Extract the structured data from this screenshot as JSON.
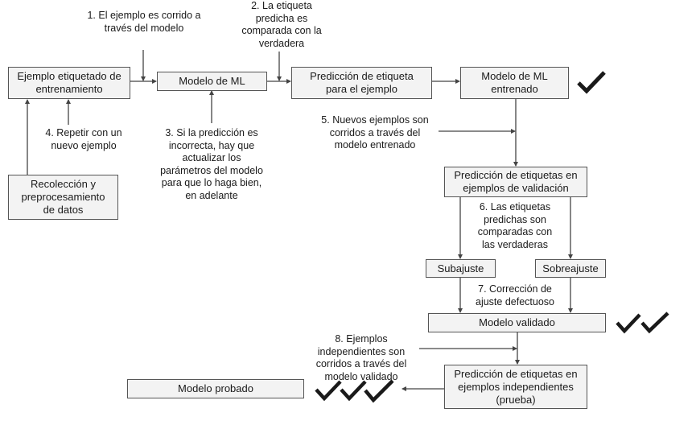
{
  "diagram": {
    "nodes": {
      "training_example": "Ejemplo etiquetado de entrenamiento",
      "ml_model": "Modelo de ML",
      "label_prediction": "Predicción de etiqueta para el ejemplo",
      "trained_model": "Modelo de ML entrenado",
      "data_collection": "Recolección y preprocesamiento de datos",
      "validation_prediction": "Predicción de etiquetas en ejemplos de validación",
      "underfitting": "Subajuste",
      "overfitting": "Sobreajuste",
      "validated_model": "Modelo validado",
      "test_prediction": "Predicción de etiquetas en ejemplos independientes (prueba)",
      "tested_model": "Modelo probado"
    },
    "steps": {
      "step1": "1. El ejemplo es corrido a través del modelo",
      "step2": "2. La etiqueta predicha es comparada con la verdadera",
      "step3": "3. Si la predicción es incorrecta, hay que actualizar los parámetros del modelo para que lo haga bien, en adelante",
      "step4": "4. Repetir con un nuevo ejemplo",
      "step5": "5. Nuevos ejemplos son corridos a través del modelo entrenado",
      "step6": "6. Las etiquetas predichas son comparadas con las verdaderas",
      "step7": "7. Corrección de ajuste defectuoso",
      "step8": "8. Ejemplos independientes son corridos a través del modelo validado"
    },
    "checkmarks": {
      "trained_model": 1,
      "validated_model": 2,
      "tested_model": 3
    },
    "colors": {
      "box_fill": "#f3f3f3",
      "box_border": "#555555",
      "line": "#444444",
      "check": "#1a1a1a"
    }
  }
}
